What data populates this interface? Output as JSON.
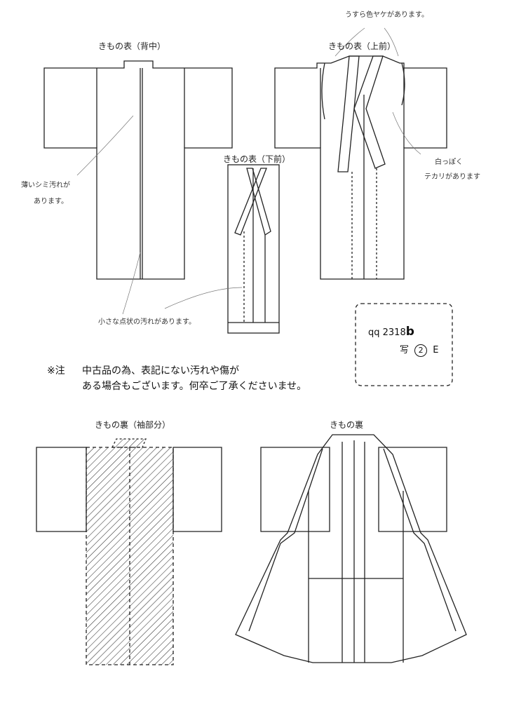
{
  "sections": {
    "front_back": "きもの表（背中）",
    "front_upper": "きもの表（上前）",
    "front_lower": "きもの表（下前）",
    "lining_body": "きもの裏（袖部分）",
    "lining": "きもの裏"
  },
  "annotations": {
    "top_right": "うすら色ヤケがあります。",
    "left_1": "薄いシミ汚れが",
    "left_2": "あります。",
    "right_1": "白っぽく",
    "right_2": "テカリがあります",
    "bottom_1": "小さな点状の汚れがあります。"
  },
  "notice": {
    "mark": "※注",
    "line1": "中古品の為、表記にない汚れや傷が",
    "line2": "ある場合もございます。何卒ご了承くださいませ。"
  },
  "code_box": {
    "code": "qq 2318",
    "suffix": "b",
    "line2": "写",
    "circled": "2",
    "grade": "E"
  },
  "colors": {
    "line": "#222222",
    "pencil": "#777777"
  }
}
